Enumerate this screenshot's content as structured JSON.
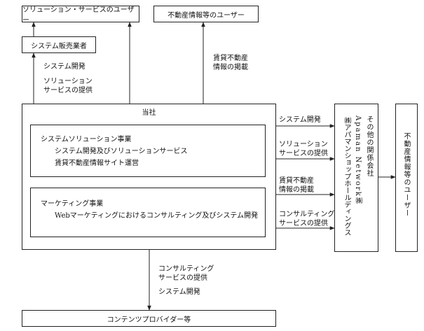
{
  "nodes": {
    "solution_users": "ソリューション・サービスのユーザー",
    "real_estate_users_top": "不動産情報等のユーザー",
    "system_sales": "システム販売業者",
    "company": "当社",
    "system_solution_biz": "システムソリューション事業",
    "system_solution_item1": "システム開発及びソリューションサービス",
    "system_solution_item2": "賃貸不動産情報サイト運営",
    "marketing_biz": "マーケティング事業",
    "marketing_item1": "Webマーケティングにおけるコンサルティング及びシステム開発",
    "affiliate_title": "その他の関係会社",
    "affiliate_name": "Apaman Network㈱",
    "affiliate_name2": "㈱アパマンショップホールディングス",
    "real_estate_users_right": "不動産情報等のユーザー",
    "content_providers": "コンテンツプロバイダー等"
  },
  "labels": {
    "system_dev_left": "システム開発",
    "solution_service_left_1": "ソリューション",
    "solution_service_left_2": "サービスの提供",
    "rental_info_top_1": "賃貸不動産",
    "rental_info_top_2": "情報の掲載",
    "right_system_dev": "システム開発",
    "right_solution_1": "ソリューション",
    "right_solution_2": "サービスの提供",
    "right_rental_1": "賃貸不動産",
    "right_rental_2": "情報の掲載",
    "right_consult_1": "コンサルティング",
    "right_consult_2": "サービスの提供",
    "bottom_consult_1": "コンサルティング",
    "bottom_consult_2": "サービスの提供",
    "bottom_system_dev": "システム開発"
  }
}
